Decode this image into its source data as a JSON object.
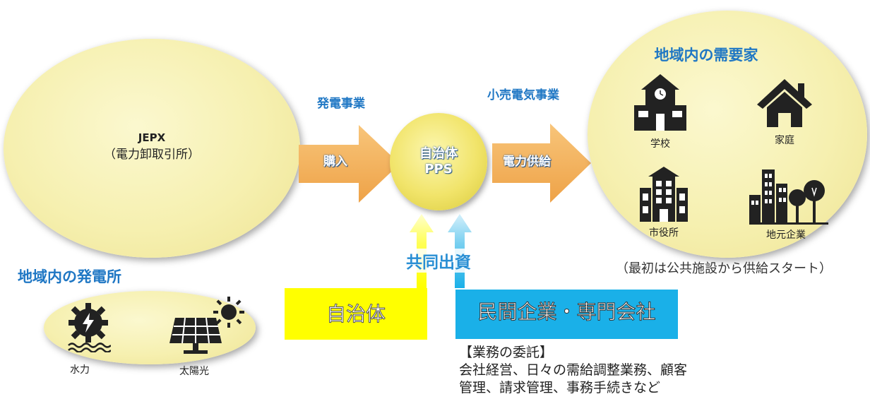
{
  "jepx": {
    "line1": "JEPX",
    "line2": "（電力卸取引所）"
  },
  "left_arrow": {
    "title": "発電事業",
    "label": "購入"
  },
  "right_arrow": {
    "title": "小売電気事業",
    "label": "電力供給"
  },
  "center": {
    "line1": "自治体",
    "line2": "PPS"
  },
  "demand": {
    "title": "地域内の需要家",
    "items": [
      "学校",
      "家庭",
      "市役所",
      "地元企業"
    ],
    "note": "（最初は公共施設から供給スタート）"
  },
  "investment": {
    "label": "共同出資"
  },
  "municipality_box": {
    "label": "自治体",
    "color": "#ffff00"
  },
  "private_box": {
    "label": "民間企業・専門会社",
    "color": "#1ab0e8"
  },
  "outsourcing": {
    "heading": "【業務の委託】",
    "line1": "会社経営、日々の需給調整業務、顧客",
    "line2": "管理、請求管理、事務手続きなど"
  },
  "plants": {
    "title": "地域内の発電所",
    "items": [
      "水力",
      "太陽光"
    ]
  },
  "colors": {
    "accent_blue": "#1f77c4",
    "arrow_orange": "#f4b25a",
    "ellipse_yellow": "#f6f0b0"
  }
}
